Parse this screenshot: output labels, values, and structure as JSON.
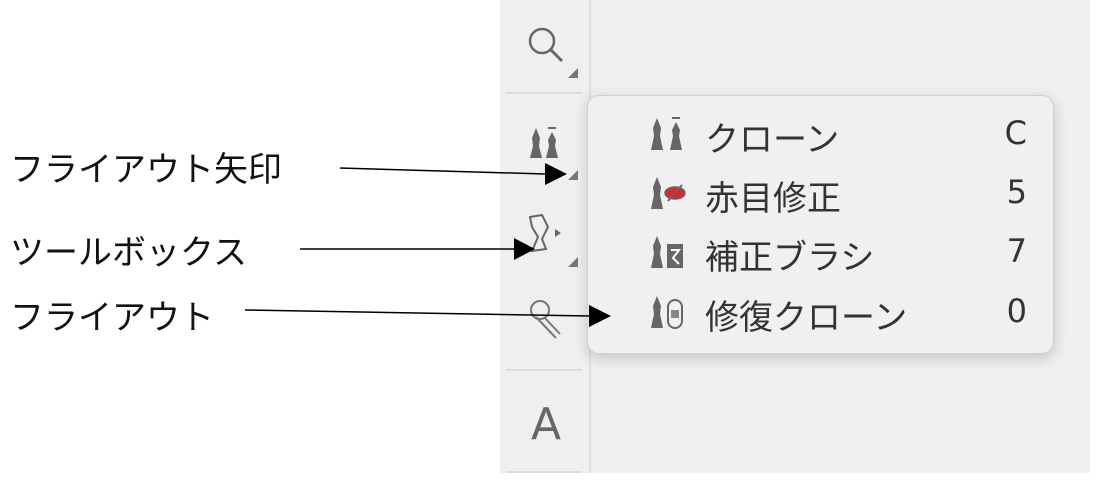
{
  "annotations": [
    {
      "label": "フライアウト矢印"
    },
    {
      "label": "ツールボックス"
    },
    {
      "label": "フライアウト"
    }
  ],
  "toolbox": {
    "text_tool_label": "A"
  },
  "flyout": {
    "items": [
      {
        "label": "クローン",
        "shortcut": "C",
        "icon": "clone-stamp-icon"
      },
      {
        "label": "赤目修正",
        "shortcut": "5",
        "icon": "red-eye-icon"
      },
      {
        "label": "補正ブラシ",
        "shortcut": "7",
        "icon": "retouch-brush-icon"
      },
      {
        "label": "修復クローン",
        "shortcut": "0",
        "icon": "healing-clone-icon"
      }
    ],
    "accent": "#e0262b"
  }
}
